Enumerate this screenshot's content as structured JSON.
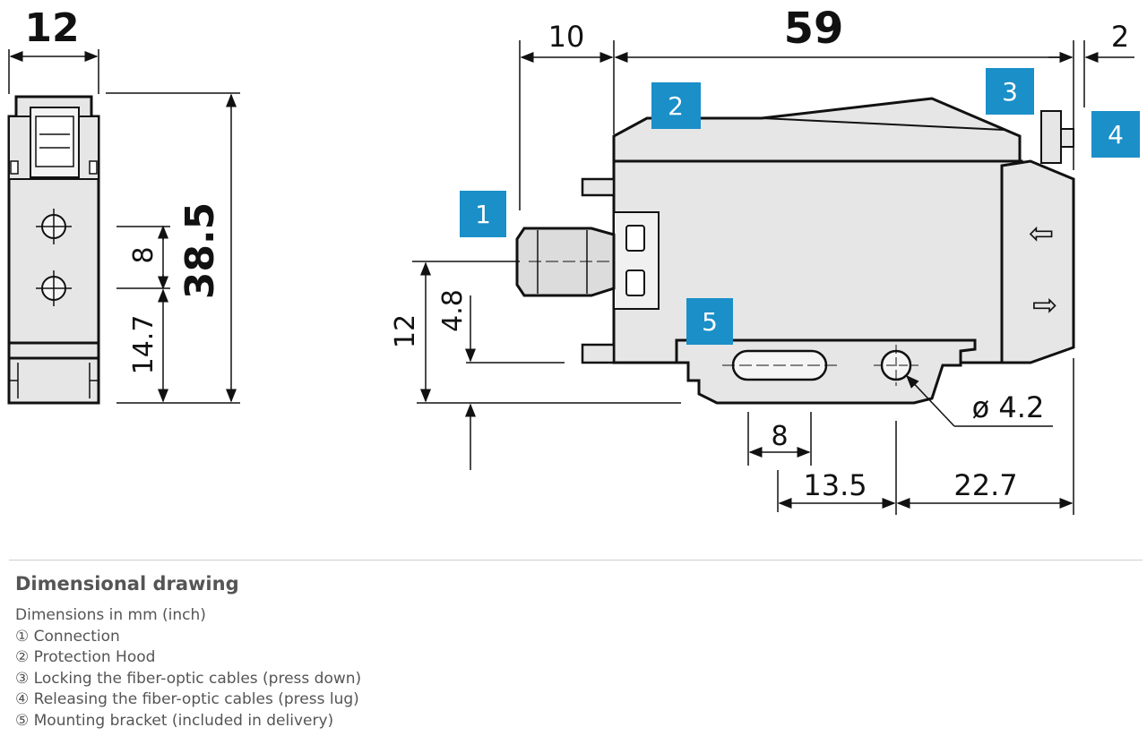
{
  "dimensions": {
    "width_front": "12",
    "length_total": "59",
    "offset_left": "10",
    "offset_right": "2",
    "height_total": "38.5",
    "hole_spacing": "8",
    "hole_from_bottom": "14.7",
    "connector_height": "12",
    "connector_offset": "4.8",
    "slot_width": "8",
    "hole_distance_a": "13.5",
    "hole_distance_b": "22.7",
    "hole_diameter": "ø 4.2"
  },
  "callouts": [
    "1",
    "2",
    "3",
    "4",
    "5"
  ],
  "arrows": {
    "left": "⇦",
    "right": "⇨"
  },
  "caption": {
    "title": "Dimensional drawing",
    "lines": [
      "Dimensions in mm (inch)",
      "① Connection",
      "② Protection Hood",
      "③ Locking the fiber-optic cables (press down)",
      "④ Releasing the fiber-optic cables (press lug)",
      "⑤ Mounting bracket (included in delivery)"
    ]
  },
  "colors": {
    "callout": "#1a8fc8",
    "body_fill": "#e6e6e6",
    "outline": "#111111",
    "caption_text": "#555555"
  }
}
